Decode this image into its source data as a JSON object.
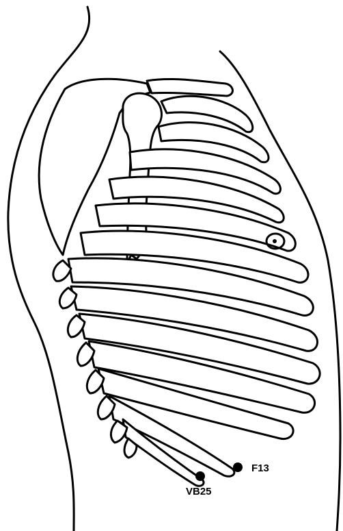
{
  "diagram": {
    "points": [
      {
        "id": "F13",
        "label": "F13"
      },
      {
        "id": "VB25",
        "label": "VB25"
      }
    ],
    "marker_color": "#000000",
    "line_color": "#000000",
    "background": "#ffffff"
  }
}
